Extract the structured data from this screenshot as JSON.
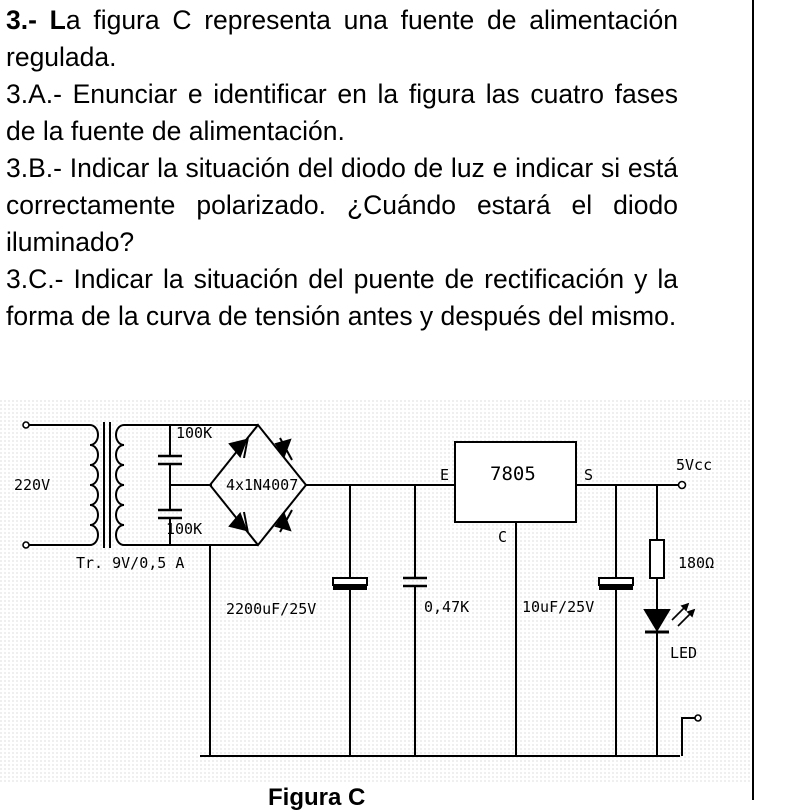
{
  "exercise": {
    "number": "3.-",
    "intro_first_letter": "L",
    "intro_rest": "a figura C representa una fuente de alimentación regulada.",
    "q_a": "3.A.- Enunciar e identificar en la figura las cuatro fases de la fuente de alimentación.",
    "q_b": "3.B.- Indicar la situación del diodo de luz e indicar si está correctamente polarizado. ¿Cuándo estará el diodo iluminado?",
    "q_c": "3.C.- Indicar la situación del puente de rectificación y la forma de la curva de tensión antes y después del mismo."
  },
  "circuit": {
    "input_voltage": "220V",
    "transformer": "Tr. 9V/0,5 A",
    "cap_top": "100K",
    "cap_bottom": "100K",
    "bridge": "4x1N4007",
    "regulator": "7805",
    "pin_in": "E",
    "pin_out": "S",
    "pin_gnd": "C",
    "c1": "2200uF/25V",
    "c2": "0,47K",
    "c3": "10uF/25V",
    "resistor": "180Ω",
    "led": "LED",
    "output": "5Vcc"
  },
  "caption": "Figura C"
}
